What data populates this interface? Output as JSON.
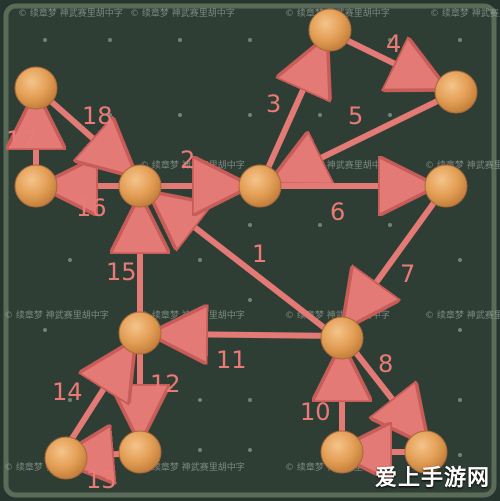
{
  "edge_numbers": [
    "1",
    "2",
    "3",
    "4",
    "5",
    "6",
    "7",
    "8",
    "10",
    "11",
    "12",
    "13",
    "14",
    "15",
    "16",
    "17",
    "18"
  ],
  "watermark": "© 续章梦 神武赛里胡中字",
  "brand": "爱上手游网",
  "colors": {
    "board": "#2f3e35",
    "frame": "#5a6b58",
    "grid_dot": "#8fa08f",
    "node": "#e6a45e",
    "arrow": "#e47a76"
  },
  "icons": {
    "watermark": "copyright-mark",
    "brand_logo": "brand-logo"
  }
}
